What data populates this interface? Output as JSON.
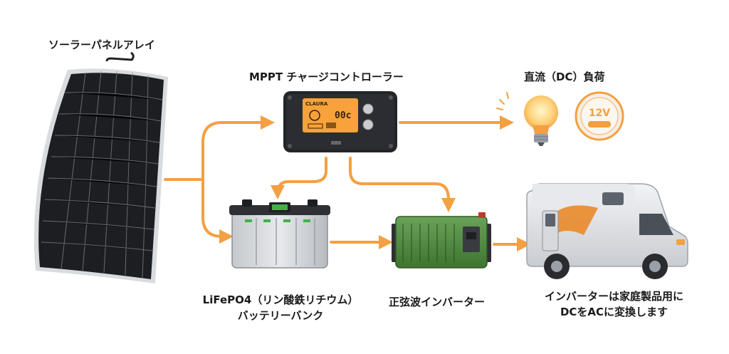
{
  "labels": {
    "solar_array": "ソーラーパネルアレイ",
    "charge_controller": "MPPT チャージコントローラー",
    "dc_load": "直流（DC）負荷",
    "battery_line1": "LiFePO4（リン酸鉄リチウム）",
    "battery_line2": "バッテリーバンク",
    "inverter": "正弦波インバーター",
    "rv_line1": "インバーターは家庭製品用に",
    "rv_line2": "DCをACに変換します"
  },
  "controller_screen": {
    "brand": "CLAURA",
    "reading": "00c"
  },
  "dc_badge": "12V",
  "colors": {
    "arrow": "#f3a043",
    "screen": "#f7a23a",
    "panel": "#1c1e22",
    "inverter": "#4e8a3e"
  }
}
